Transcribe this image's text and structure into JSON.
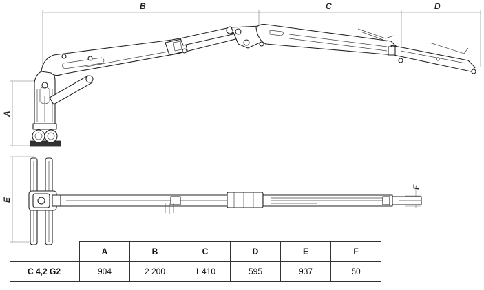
{
  "dimension_labels": {
    "A": "A",
    "B": "B",
    "C": "C",
    "D": "D",
    "E": "E",
    "F": "F"
  },
  "table": {
    "headers": [
      "A",
      "B",
      "C",
      "D",
      "E",
      "F"
    ],
    "model": "C 4,2 G2",
    "values": [
      "904",
      "2 200",
      "1 410",
      "595",
      "937",
      "50"
    ]
  }
}
